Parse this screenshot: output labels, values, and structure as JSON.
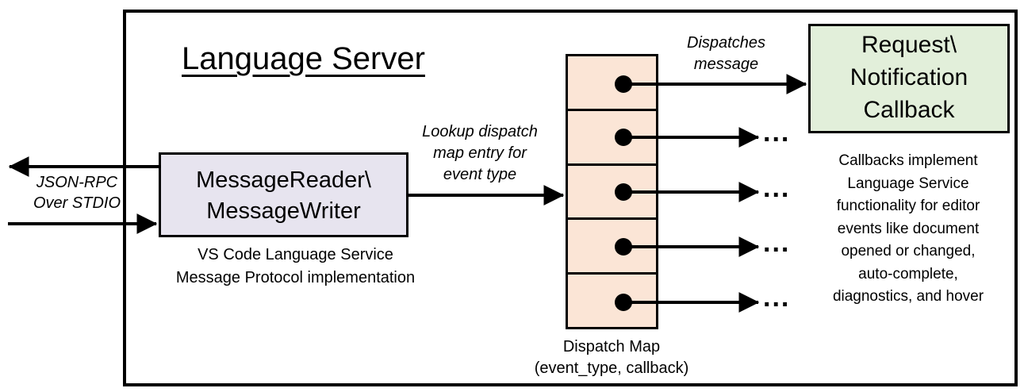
{
  "diagram": {
    "title": "Language Server",
    "io": {
      "label": "JSON-RPC\nOver STDIO"
    },
    "message_box": {
      "label": "MessageReader\\\nMessageWriter",
      "caption": "VS Code Language Service\nMessage Protocol implementation"
    },
    "lookup_label": "Lookup dispatch\nmap entry for\nevent type",
    "dispatch_map": {
      "cell_count": 5,
      "caption": "Dispatch Map\n(event_type, callback)"
    },
    "dispatches_label": "Dispatches\nmessage",
    "callback_box": {
      "label": "Request\\\nNotification\nCallback"
    },
    "right_note": "Callbacks implement\nLanguage Service\nfunctionality for editor\nevents like document\nopened or changed,\nauto-complete,\ndiagnostics, and hover",
    "ellipsis": "...",
    "colors": {
      "message_box_fill": "#e7e4ef",
      "dispatch_cell_fill": "#fbe5d6",
      "callback_box_fill": "#e2efda",
      "line": "#000000",
      "background": "#ffffff"
    }
  }
}
